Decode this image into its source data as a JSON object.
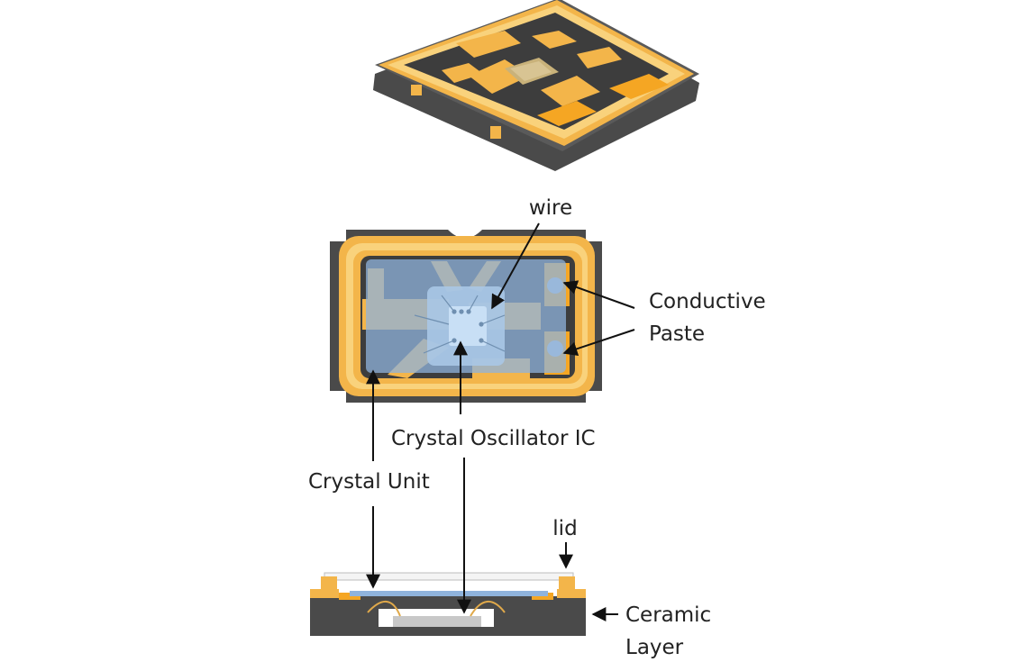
{
  "labels": {
    "wire": "wire",
    "conductive_line1": "Conductive",
    "conductive_line2": "Paste",
    "crystal_oscillator_ic": "Crystal Oscillator IC",
    "crystal_unit": "Crystal Unit",
    "lid": "lid",
    "ceramic_line1": "Ceramic",
    "ceramic_line2": "Layer"
  },
  "colors": {
    "ceramic": "#4a4a4a",
    "gold": "#f3b54a",
    "gold_light": "#f9d27c",
    "pad_orange": "#f5a623",
    "crystal_blue": "#8fb3dc",
    "ic_blue": "#b3d1ef",
    "arrow": "#111111"
  }
}
